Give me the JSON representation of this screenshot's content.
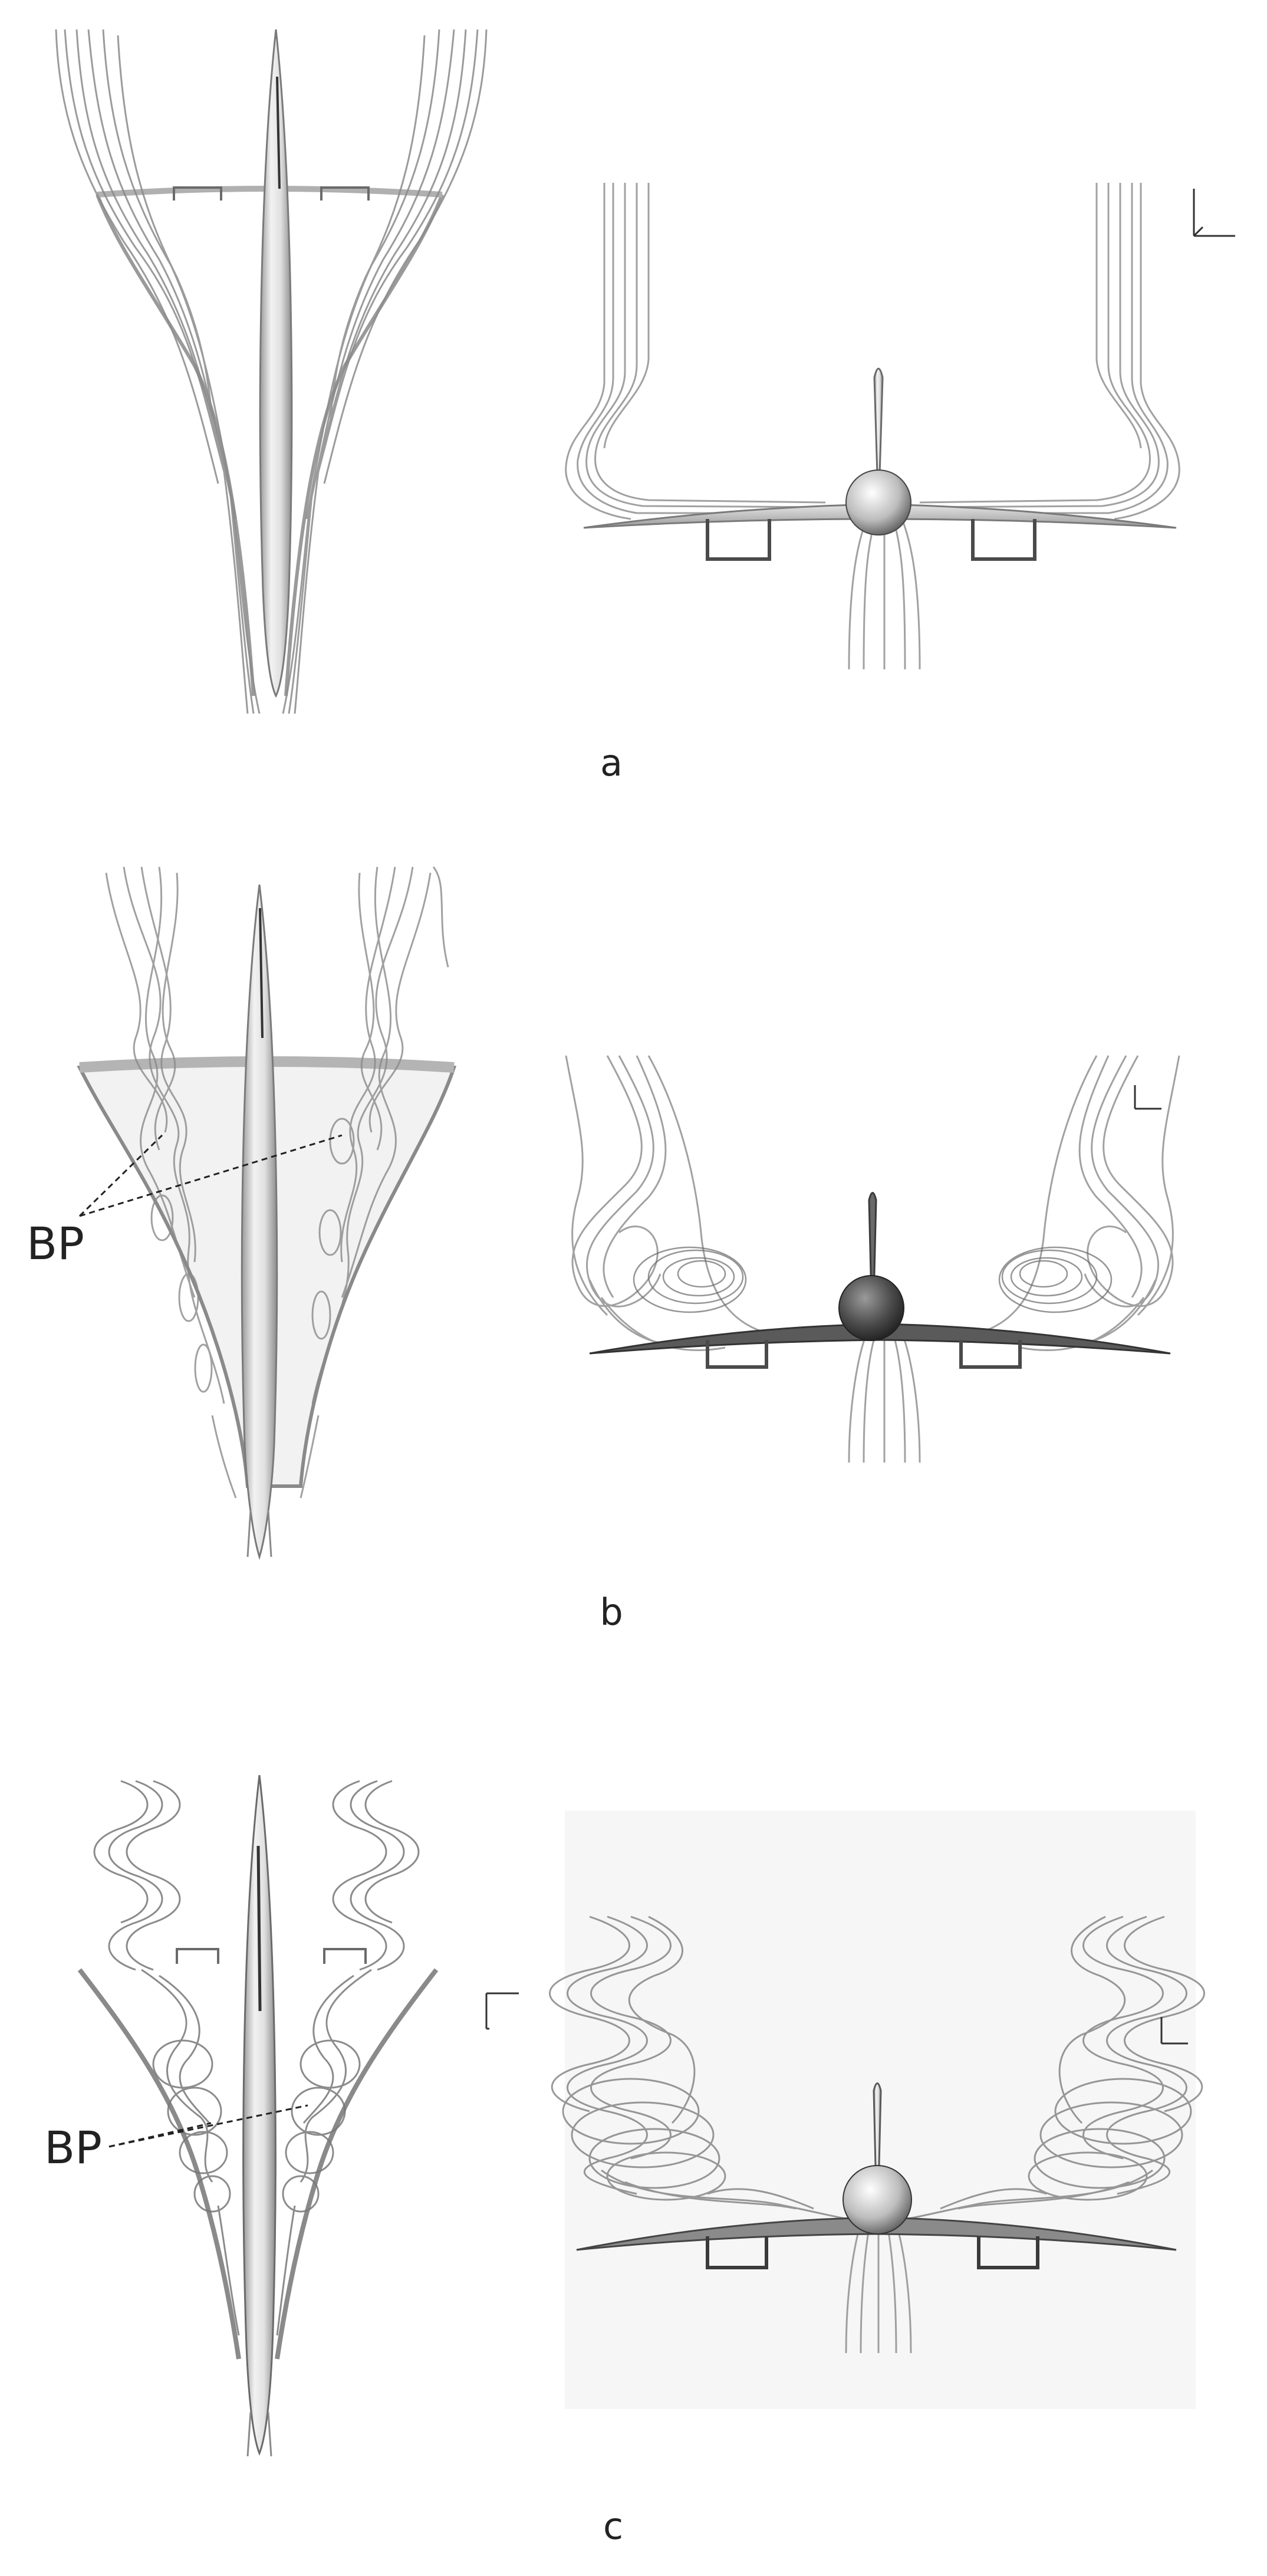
{
  "panels": [
    {
      "id": "a",
      "caption": "a",
      "callout": ""
    },
    {
      "id": "b",
      "caption": "b",
      "callout": "BP"
    },
    {
      "id": "c",
      "caption": "c",
      "callout": "BP"
    }
  ],
  "colors": {
    "streamline": "#8a8a8a",
    "streamline_dark": "#555555",
    "body": "#c8c8c8",
    "wing": "#d8d8d8",
    "text": "#222222"
  },
  "icons": [
    "axis-triad-icon"
  ]
}
